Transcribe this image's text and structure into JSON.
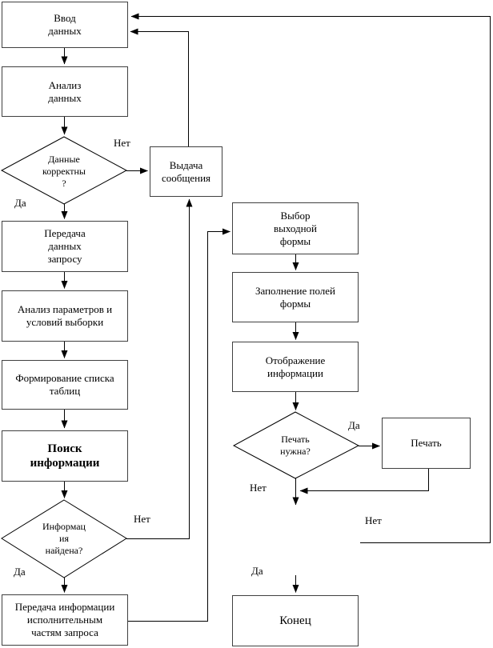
{
  "nodes": {
    "input": "Ввод\nданных",
    "analyze_data": "Анализ\nданных",
    "data_correct": "Данные\nкорректны\n?",
    "message_output": "Выдача\nсообщения",
    "transfer_request": "Передача\nданных\nзапросу",
    "analyze_params": "Анализ параметров и\nусловий выборки",
    "form_table_list": "Формирование списка\nтаблиц",
    "search_info": "Поиск\nинформации",
    "info_found": "Информац\nия\nнайдена?",
    "transfer_info": "Передача информации\nисполнительным\nчастям запроса",
    "select_output_form": "Выбор\nвыходной\nформы",
    "fill_form_fields": "Заполнение полей\nформы",
    "display_info": "Отображение\nинформации",
    "print_needed": "Печать\nнужна?",
    "print": "Печать",
    "end": "Конец"
  },
  "edge_labels": {
    "no_data_correct": "Нет",
    "yes_data_correct": "Да",
    "no_info_found": "Нет",
    "yes_info_found": "Да",
    "yes_print": "Да",
    "no_print": "Нет",
    "no_bottom_loop": "Нет",
    "yes_end": "Да"
  },
  "colors": {
    "background": "#ffffff",
    "line": "#000000",
    "box_border": "#404040",
    "box_fill": "#ffffff"
  }
}
